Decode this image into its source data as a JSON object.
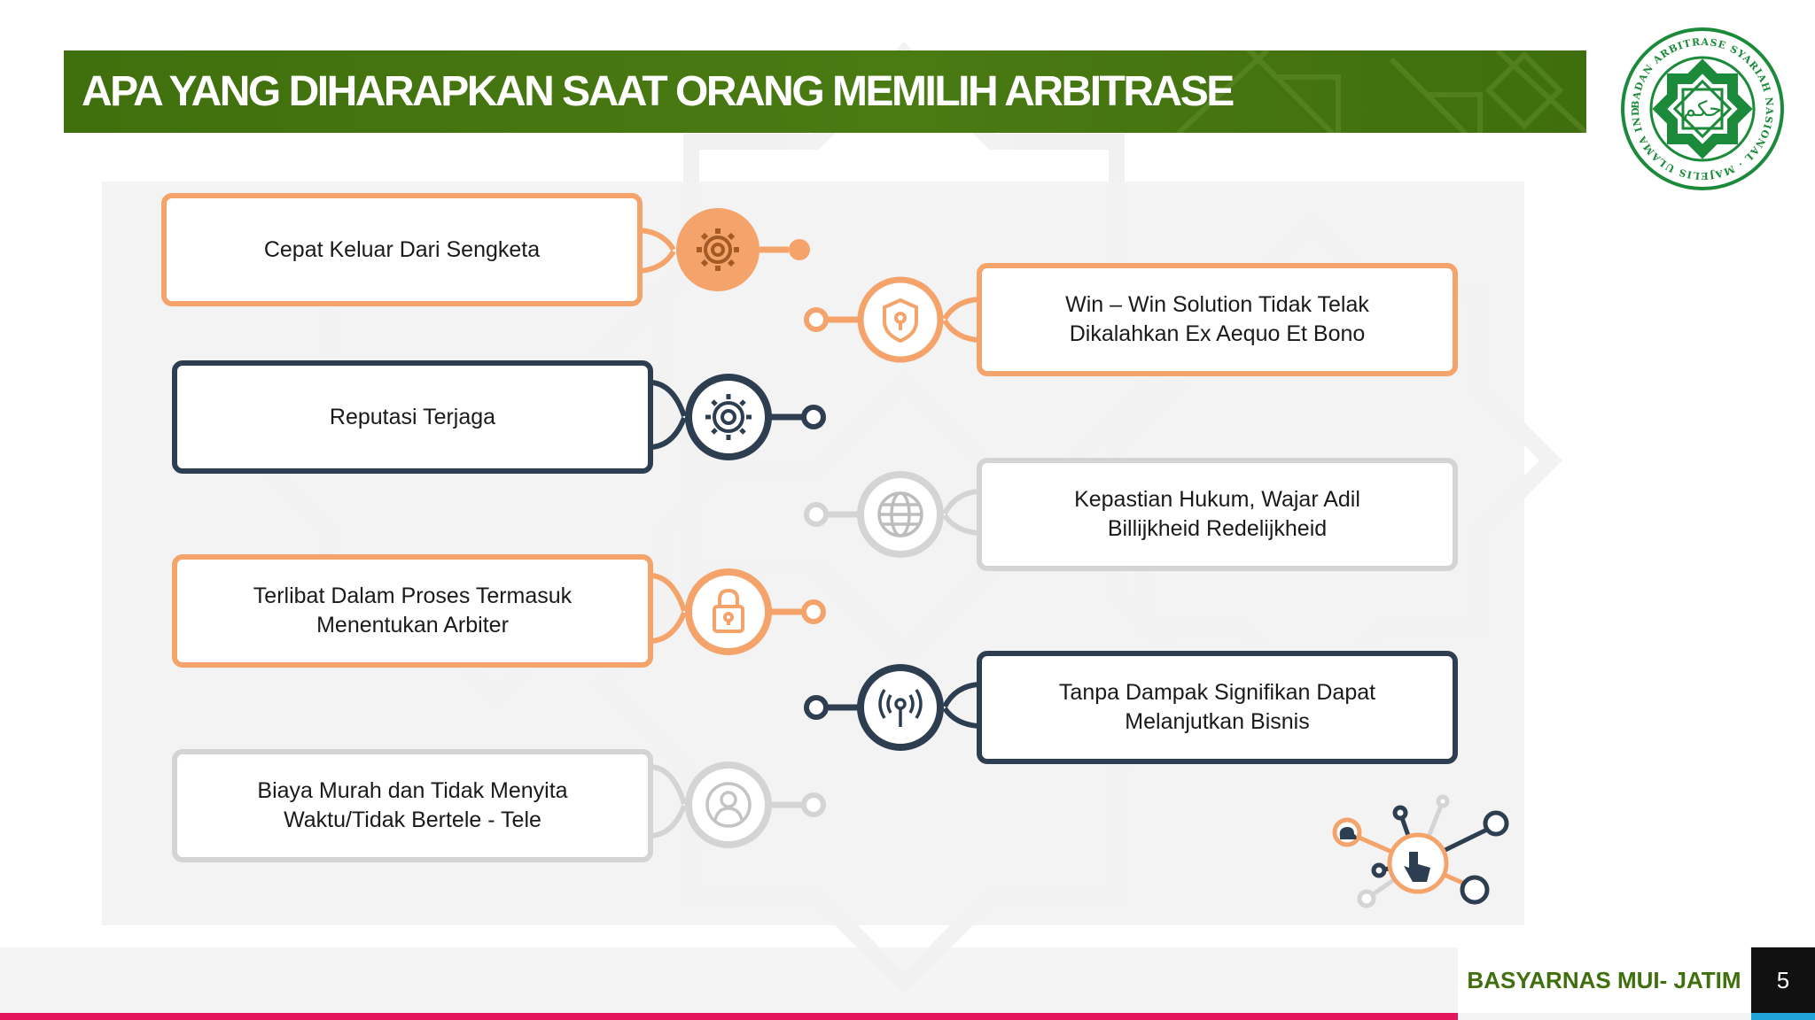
{
  "slide": {
    "title": "APA YANG DIHARAPKAN SAAT ORANG MEMILIH ARBITRASE",
    "footer_label": "BASYARNAS MUI- JATIM",
    "page_number": "5"
  },
  "logo": {
    "ring_text": "BADAN ARBITRASE SYARIAH NASIONAL · MAJELIS ULAMA INDONESIA ·",
    "center_text": "حكم"
  },
  "items": [
    {
      "text": "Cepat Keluar Dari Sengketa",
      "icon": "gear-icon",
      "color": "#f4a36a"
    },
    {
      "text": "Win – Win Solution Tidak Telak\nDikalahkan Ex Aequo Et Bono",
      "icon": "shield-icon",
      "color": "#f4a36a"
    },
    {
      "text": "Reputasi Terjaga",
      "icon": "gear-icon",
      "color": "#2d3e50"
    },
    {
      "text": "Kepastian Hukum, Wajar Adil\nBillijkheid Redelijkheid",
      "icon": "globe-icon",
      "color": "#d4d4d4"
    },
    {
      "text": "Terlibat Dalam Proses Termasuk\nMenentukan Arbiter",
      "icon": "lock-icon",
      "color": "#f4a36a"
    },
    {
      "text": "Tanpa Dampak Signifikan Dapat\nMelanjutkan Bisnis",
      "icon": "broadcast-icon",
      "color": "#2d3e50"
    },
    {
      "text": "Biaya Murah dan Tidak Menyita\nWaktu/Tidak Bertele - Tele",
      "icon": "user-icon",
      "color": "#d4d4d4"
    }
  ],
  "colors": {
    "title_bg": "#3f700d",
    "orange": "#f4a36a",
    "navy": "#2d3e50",
    "gray": "#d4d4d4",
    "footer_accent": "#e4165b",
    "page_badge": "#111111"
  }
}
